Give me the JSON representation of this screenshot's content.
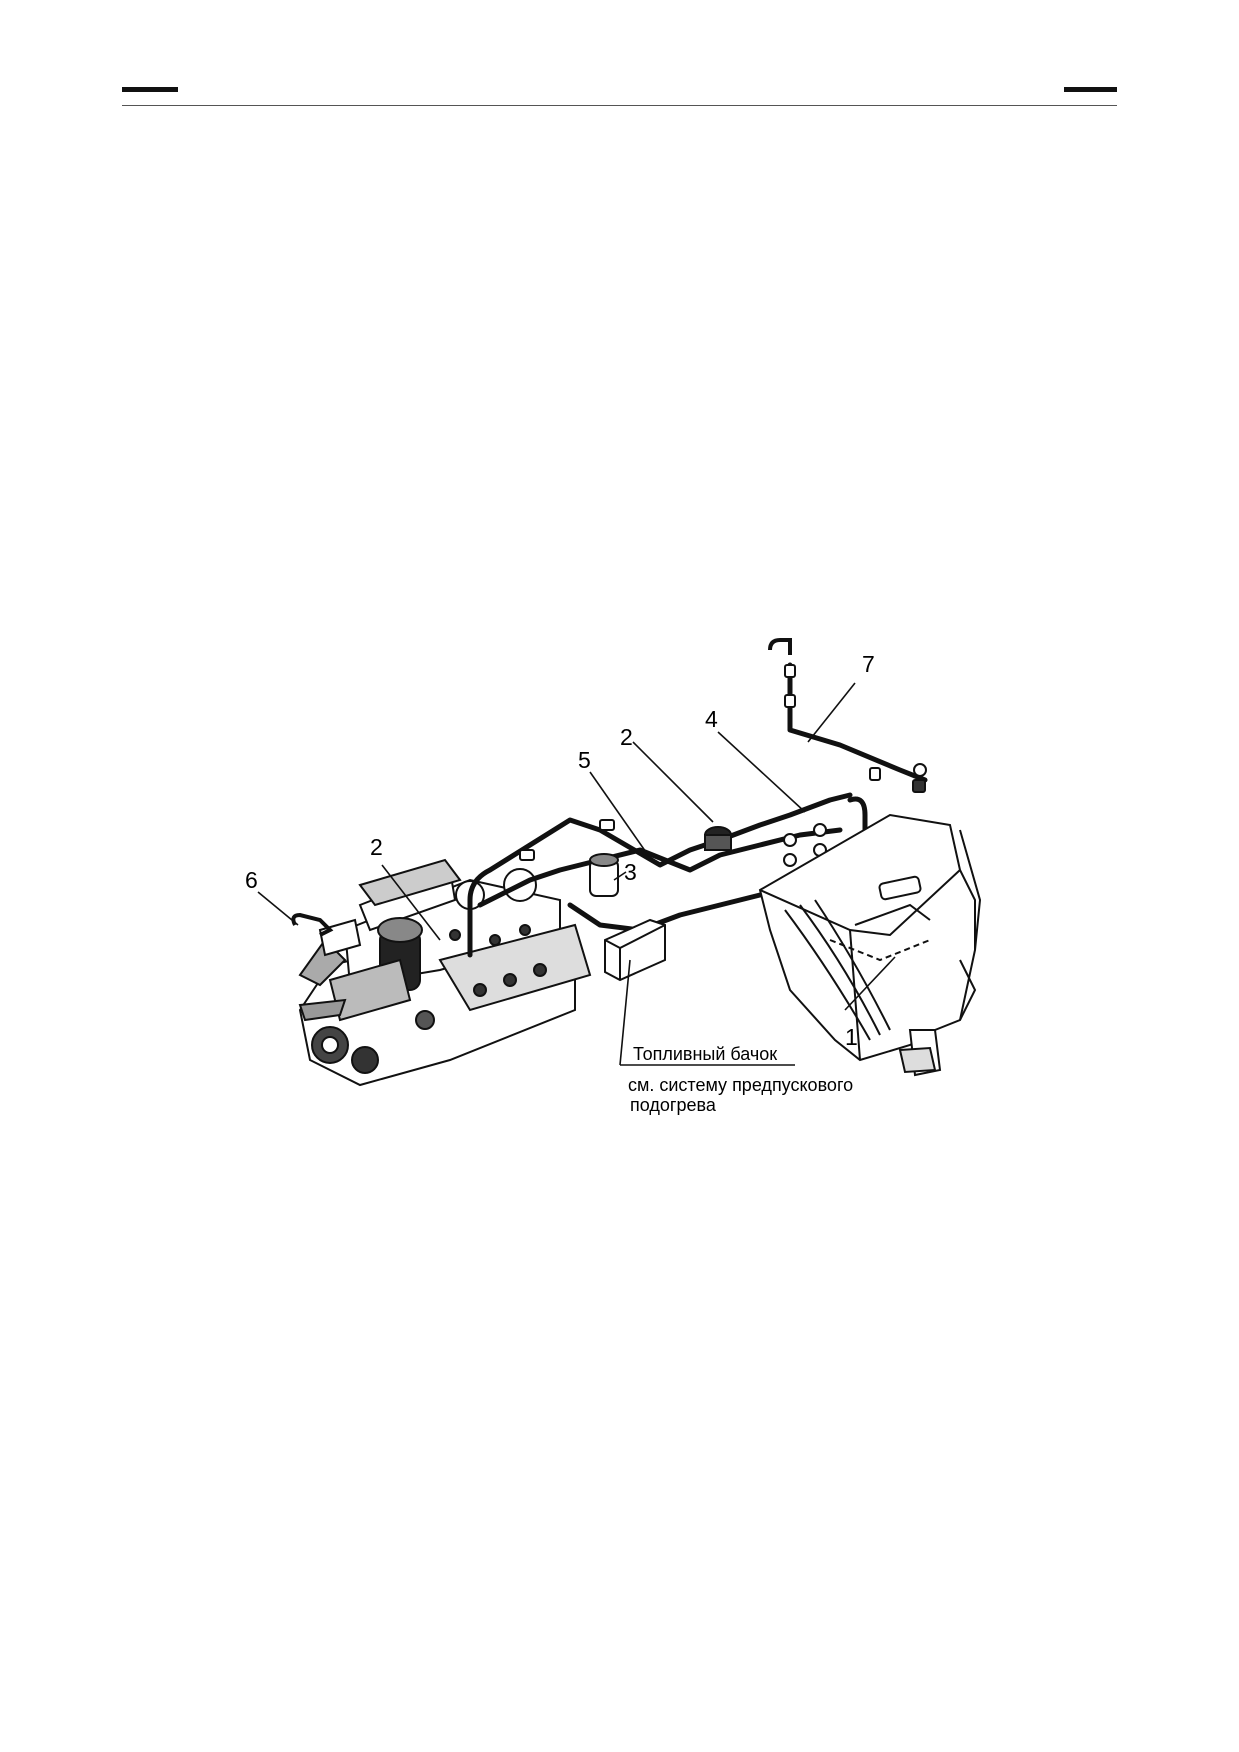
{
  "figure": {
    "callouts": {
      "c1": "1",
      "c2a": "2",
      "c2b": "2",
      "c3": "3",
      "c4": "4",
      "c5": "5",
      "c6": "6",
      "c7": "7"
    },
    "caption": {
      "tank": "Топливный бачок",
      "see_line1": "см. систему предпускового",
      "see_line2": "подогрева"
    }
  }
}
